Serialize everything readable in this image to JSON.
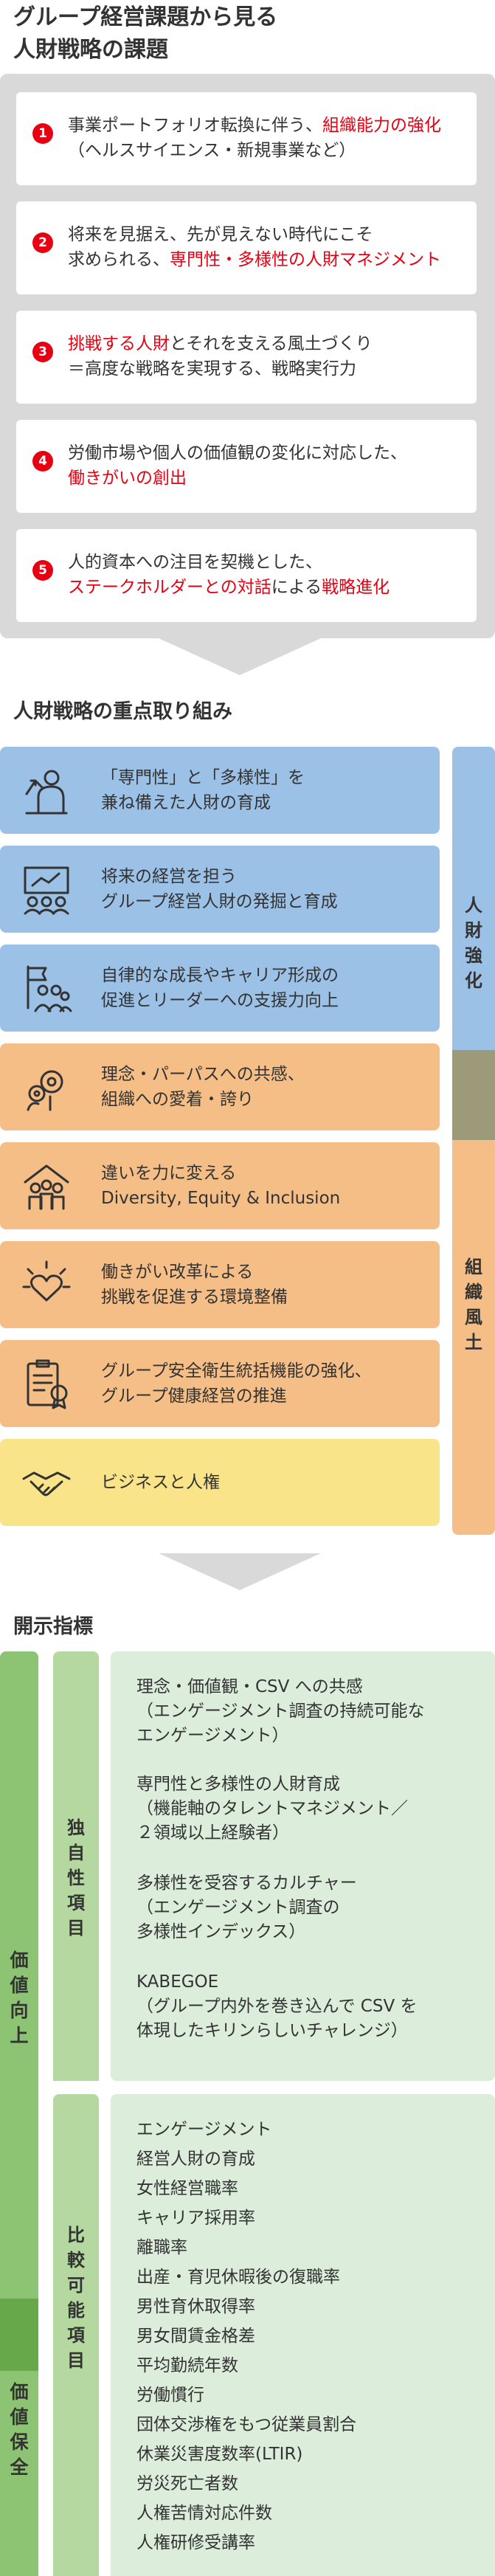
{
  "title_lines": [
    "グループ経営課題から見る",
    "人財戦略の課題"
  ],
  "issues": [
    {
      "num": "1",
      "lines": [
        [
          {
            "t": "事業ポートフォリオ転換に伴う、",
            "r": false
          },
          {
            "t": "組織能力の強化",
            "r": true
          }
        ],
        [
          {
            "t": "（ヘルスサイエンス・新規事業など）",
            "r": false
          }
        ]
      ]
    },
    {
      "num": "2",
      "lines": [
        [
          {
            "t": "将来を見据え、先が見えない時代にこそ",
            "r": false
          }
        ],
        [
          {
            "t": "求められる、",
            "r": false
          },
          {
            "t": "専門性・多様性の人財マネジメント",
            "r": true
          }
        ]
      ]
    },
    {
      "num": "3",
      "lines": [
        [
          {
            "t": "挑戦する人財",
            "r": true
          },
          {
            "t": "とそれを支える風土づくり",
            "r": false
          }
        ],
        [
          {
            "t": "＝高度な戦略を実現する、戦略実行力",
            "r": false
          }
        ]
      ]
    },
    {
      "num": "4",
      "lines": [
        [
          {
            "t": "労働市場や個人の価値観の変化に対応した、",
            "r": false
          }
        ],
        [
          {
            "t": "働きがいの創出",
            "r": true
          }
        ]
      ]
    },
    {
      "num": "5",
      "lines": [
        [
          {
            "t": "人的資本への注目を契機とした、",
            "r": false
          }
        ],
        [
          {
            "t": "ステークホルダーとの対話",
            "r": true
          },
          {
            "t": "による",
            "r": false
          },
          {
            "t": "戦略進化",
            "r": true
          }
        ]
      ]
    }
  ],
  "initiatives_heading": "人財戦略の重点取り組み",
  "initiatives": [
    {
      "icon": "rising-person-icon",
      "lines": [
        "「専門性」と「多様性」を",
        "兼ね備えた人財の育成"
      ]
    },
    {
      "icon": "presentation-icon",
      "lines": [
        "将来の経営を担う",
        "グループ経営人財の発掘と育成"
      ]
    },
    {
      "icon": "team-flag-icon",
      "lines": [
        "自律的な成長やキャリア形成の",
        "促進とリーダーへの支援力向上"
      ]
    },
    {
      "icon": "gears-head-icon",
      "lines": [
        "理念・パーパスへの共感、",
        "組織への愛着・誇り"
      ]
    },
    {
      "icon": "diverse-people-icon",
      "lines": [
        "違いを力に変える",
        "Diversity, Equity & Inclusion"
      ]
    },
    {
      "icon": "heart-spark-icon",
      "lines": [
        "働きがい改革による",
        "挑戦を促進する環境整備"
      ]
    },
    {
      "icon": "clipboard-badge-icon",
      "lines": [
        "グループ安全衛生統括機能の強化、",
        "グループ健康経営の推進"
      ]
    },
    {
      "icon": "handshake-icon",
      "lines": [
        "ビジネスと人権"
      ]
    }
  ],
  "side_labels": {
    "talent": "人財強化",
    "culture": "組織風土"
  },
  "disclosure_heading": "開示指標",
  "value_labels": {
    "up": "価値向上",
    "keep": "価値保全"
  },
  "category_labels": {
    "own": "独自性項目",
    "compare": "比較可能項目"
  },
  "own_items": [
    [
      "理念・価値観・CSV への共感",
      "（エンゲージメント調査の持続可能な",
      "エンゲージメント）"
    ],
    [
      "専門性と多様性の人財育成",
      "（機能軸のタレントマネジメント／",
      "２領域以上経験者）"
    ],
    [
      "多様性を受容するカルチャー",
      "（エンゲージメント調査の",
      "多様性インデックス）"
    ],
    [
      "KABEGOE",
      "（グループ内外を巻き込んで CSV を",
      "体現したキリンらしいチャレンジ）"
    ]
  ],
  "compare_items": [
    "エンゲージメント",
    "経営人財の育成",
    "女性経営職率",
    "キャリア採用率",
    "離職率",
    "出産・育児休暇後の復職率",
    "男性育休取得率",
    "男女間賃金格差",
    "平均勤続年数",
    "労働慣行",
    "団体交渉権をもつ従業員割合",
    "休業災害度数率(LTIR)",
    "労災死亡者数",
    "人権苦情対応件数",
    "人権研修受講率"
  ],
  "colors": {
    "accent_red": "#e60012",
    "panel_gray": "#d9d9d9",
    "blue": "#9cc1e6",
    "orange": "#f5be87",
    "yellow": "#fae48a",
    "green_dark": "#8dc473",
    "green_mid": "#b4d8a0",
    "green_light": "#dceedb",
    "olive": "#9c9a78"
  }
}
